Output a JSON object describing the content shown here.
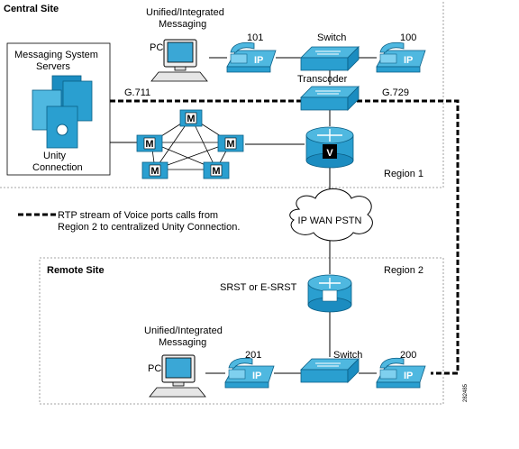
{
  "central_site": {
    "title": "Central Site",
    "region_label": "Region 1",
    "messaging_box_title_1": "Messaging System",
    "messaging_box_title_2": "Servers",
    "unity_label_1": "Unity",
    "unity_label_2": "Connection",
    "um_label_1": "Unified/Integrated",
    "um_label_2": "Messaging",
    "pc_label": "PC",
    "phone_101": "101",
    "phone_100": "100",
    "switch_label": "Switch",
    "transcoder_label": "Transcoder",
    "codec_left": "G.711",
    "codec_right": "G.729",
    "cluster_node_label": "M",
    "gateway_label": "V",
    "ip_label": "IP"
  },
  "wan": {
    "label": "IP WAN PSTN"
  },
  "legend": {
    "line_1": "RTP stream of Voice ports calls from",
    "line_2": "Region 2 to centralized Unity Connection."
  },
  "remote_site": {
    "title": "Remote Site",
    "region_label": "Region 2",
    "srst_label": "SRST or E-SRST",
    "um_label_1": "Unified/Integrated",
    "um_label_2": "Messaging",
    "pc_label": "PC",
    "phone_201": "201",
    "phone_200": "200",
    "switch_label": "Switch",
    "ip_label": "IP"
  },
  "figure_id": "282485"
}
